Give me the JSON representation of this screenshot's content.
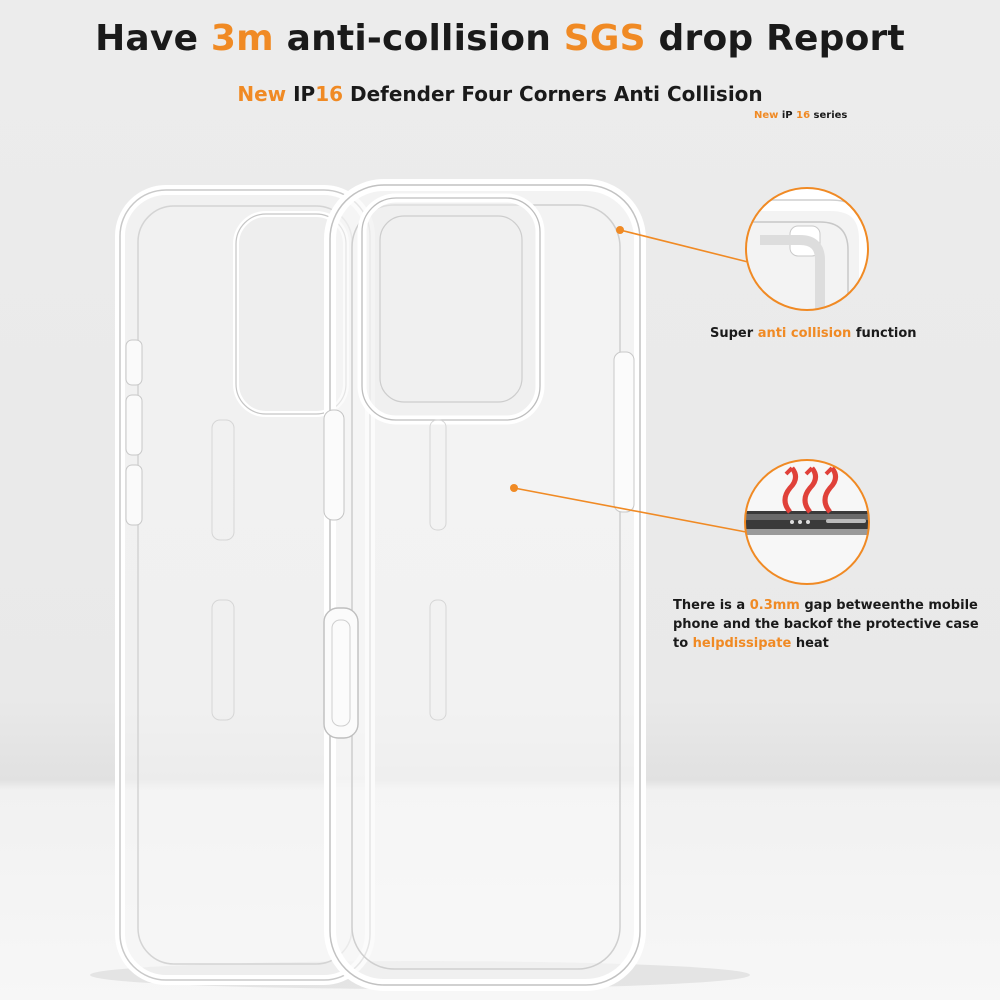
{
  "headline": {
    "part1": "Have ",
    "part2": "3m",
    "part3": " anti-collision ",
    "part4": "SGS",
    "part5": " drop Report"
  },
  "subheadline": {
    "part1": "New ",
    "part2": "IP",
    "part3": "16",
    "part4": " Defender Four Corners Anti Collision"
  },
  "series_tag": {
    "part1": "New ",
    "part2": "iP ",
    "part3": "16",
    "part4": " series"
  },
  "callout_corner": {
    "part1": "Super ",
    "part2": "anti collision",
    "part3": " function"
  },
  "callout_gap": {
    "part1": "There is a ",
    "part2": "0.3mm",
    "part3": " gap betweenthe mobile phone and the backof the protective case to ",
    "part4": "helpdissipate",
    "part5": " heat"
  },
  "colors": {
    "accent": "#f08a24",
    "text": "#1a1a1a",
    "background": "#ececec"
  }
}
